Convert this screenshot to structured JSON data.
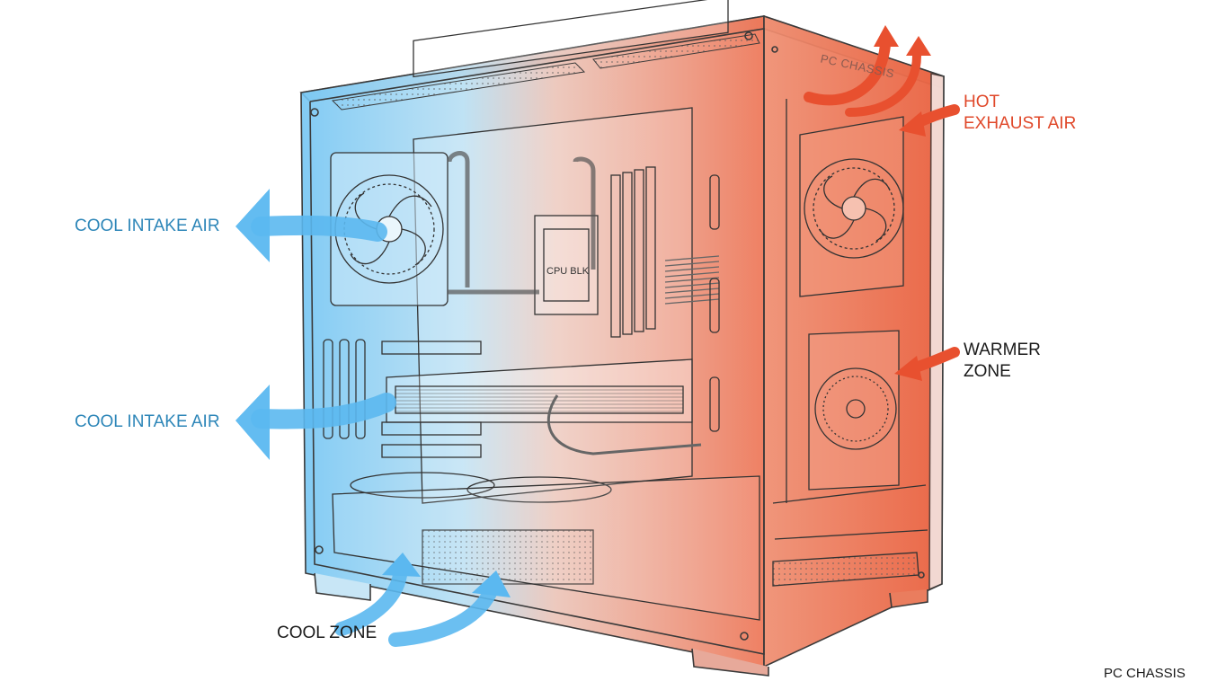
{
  "labels": {
    "cool_intake_top": "COOL INTAKE AIR",
    "cool_intake_bottom": "COOL INTAKE AIR",
    "hot_exhaust_line1": "HOT",
    "hot_exhaust_line2": "EXHAUST AIR",
    "warmer_zone_line1": "WARMER",
    "warmer_zone_line2": "ZONE",
    "cool_zone": "COOL ZONE",
    "chassis_embossed": "PC CHASSIS",
    "cpu_block": "CPU BLK",
    "footer": "PC CHASSIS"
  },
  "colors": {
    "cool": "#5bb8f0",
    "cool_text": "#2d86b8",
    "hot": "#e8502f",
    "hot_text": "#e0482a",
    "outline": "#3a3a3a"
  }
}
